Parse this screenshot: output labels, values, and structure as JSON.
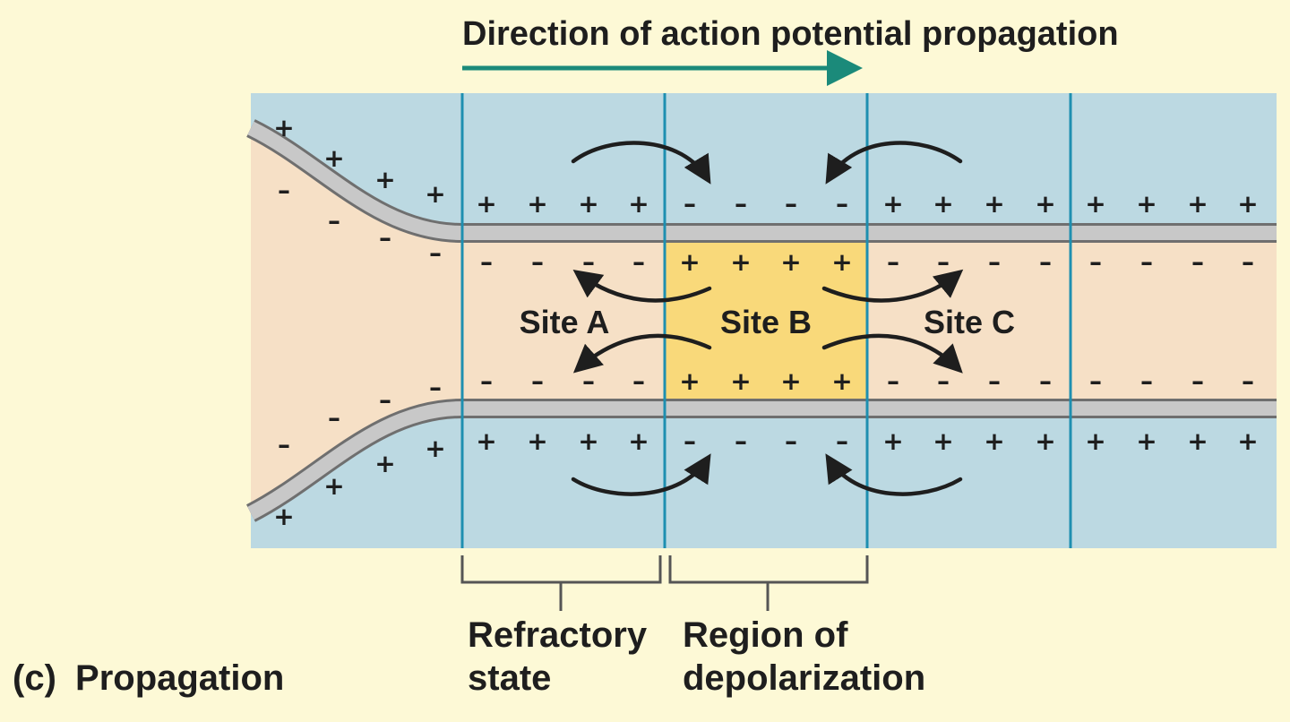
{
  "title": "Direction of action potential propagation",
  "sites": {
    "a": "Site A",
    "b": "Site B",
    "c": "Site C"
  },
  "regions": {
    "refractory_line1": "Refractory",
    "refractory_line2": "state",
    "depolarization_line1": "Region of",
    "depolarization_line2": "depolarization"
  },
  "panel_label": {
    "letter": "(c)",
    "text": "Propagation"
  },
  "signs": {
    "plus": "+",
    "minus": "–"
  },
  "colors": {
    "background": "#fdf9d6",
    "extracellular": "#bcd9e2",
    "cytoplasm": "#f6e0c6",
    "depolarized_zone": "#f9d97a",
    "membrane": "#c8c8c8",
    "divider": "#1e8fb0",
    "direction_arrow": "#1b8a7a",
    "text": "#1e1e1e"
  }
}
